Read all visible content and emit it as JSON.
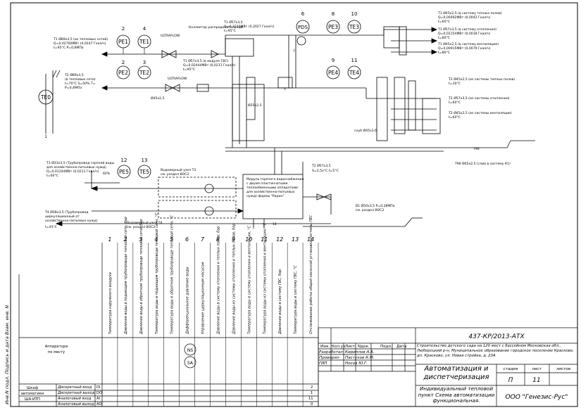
{
  "drawing": {
    "instruments_top": [
      {
        "num": "2",
        "tag": "PE1"
      },
      {
        "num": "4",
        "tag": "TE1"
      },
      {
        "num": "6",
        "tag": "PDS"
      },
      {
        "num": "8",
        "tag": "PE3"
      },
      {
        "num": "10",
        "tag": "TE3"
      }
    ],
    "instruments_mid": [
      {
        "num": "2",
        "tag": "PE2"
      },
      {
        "num": "3",
        "tag": "TE2"
      },
      {
        "num": "9",
        "tag": "PE4"
      },
      {
        "num": "11",
        "tag": "TE4"
      }
    ],
    "instruments_low": [
      {
        "num": "12",
        "tag": "PE5"
      },
      {
        "num": "13",
        "tag": "TE5"
      }
    ],
    "te0": "TE0",
    "pipe_t1_left": [
      "T1 Ø89x3,5 (из тепловых сетей)",
      "Q=0,02760МВт (0,0247 Гкал/ч)",
      "t=95°C  P=0,6МПа"
    ],
    "pipe_t2_left": [
      "T2 Ø89x3,5",
      "(в тепловые сети)",
      "t=70°C  S=50%  T=",
      "P=0,4МПа"
    ],
    "collector_label": "Коллектор распределительный",
    "ultraflow_1": "ULTRAFLOW",
    "ultraflow_2": "ULTRAFLOW",
    "t1_top_label": [
      "T1 Ø57x3,5",
      "Q=0,3316МВт (0,2027 Гкал/ч)",
      "t=95°C"
    ],
    "t1_mid_label": [
      "T1 Ø57x3,5 (в модуле ГВС)",
      "Q=0,02444МВт (0,0211 Гкал/ч)",
      "t=95°C"
    ],
    "right_top_labels": [
      [
        "T1 Ø45x2,5 (в систему теплых полов)",
        "Q=0,00492МВт (0,0042 Гкал/ч)",
        "t=60°C"
      ],
      [
        "T1 Ø57x3,5 (в систему отопления)",
        "Q=0,02154МВт (0,0018 Гкал/ч)",
        "t=80°C"
      ],
      [
        "T1 Ø45x2,5 (в систему вентиляции)",
        "Q=0,00915МВт (0,0079 Гкал/ч)",
        "t=80°C"
      ]
    ],
    "right_mid_labels": [
      [
        "T2 Ø45x2,5 (из системы теплых полов)",
        "t=30°C"
      ],
      [
        "T2 Ø57x3,5 (из системы отопления)",
        "t=60°C"
      ],
      [
        "T2 Ø45x2,5 (из системы вентиляции)",
        "t=60°C"
      ]
    ],
    "snub_label": "снуб Ø45x3,6",
    "t96_label": "T96",
    "t96_bottom": "T96 Ø45x2,5 (слив в систему К1)",
    "t25_label": "Ø25x2,5",
    "t45_label": "Ø45x2,5",
    "t3_label": [
      "T3 Ø33x3,5 (Трубопровод горячей воды",
      "для хозяйственно-питьевых нужд)",
      "Q=0,01244МВт (0,0211 Гкал/ч)",
      "t=60°C"
    ],
    "t4_label": [
      "T4 Ø38x3,5 (Трубопровод",
      "циркуляционный от",
      "хозяйственно-питьевых нужд)",
      "t=45°C"
    ],
    "t3_right_label": [
      "T2 Ø57x3,5",
      "S=2,5x°C   t=5°C"
    ],
    "module_label": [
      "Модуль горячего водоснабжения",
      "с двумя пластинчатыми",
      "теплообменными аппаратами",
      "для хозяйственно-питьевых",
      "нужд) фирмы \"Ридан\""
    ],
    "module_num": "14",
    "upper_node_label": [
      "Водомерный узел T3",
      "см. раздел ВОС2"
    ],
    "lower_node_label": [
      "Водомерный узел T4",
      "см. раздел ВОС2"
    ],
    "b1_label": [
      "B1 Ø50x3,5  P=0,28МПа",
      "см. раздел ВОС2"
    ],
    "num_1": "1",
    "num_5": "5",
    "num_7": "7",
    "pct_label": "60%"
  },
  "table": {
    "column_numbers": [
      "1",
      "2",
      "3",
      "4",
      "5",
      "6",
      "7",
      "8",
      "9",
      "10",
      "11",
      "12",
      "13",
      "14"
    ],
    "column_texts": [
      "Температура наружного воздуха",
      "Давление воды в подающем трубопроводе тепловой сети, бар",
      "Давление воды в обратном трубопроводе тепловой сети, бар",
      "Температура воды в подающем трубопроводе тепловой сети, °C",
      "Температура воды в обратном трубопроводе тепловой сети, °C",
      "Дифференциальное давление воды",
      "Управление циркуляционным насосом",
      "Давление воды в систему отопления и теплых полов, бар",
      "Давление воды из системы отопления и теплых полов, бар",
      "Температура воды в систему отопления и вентиляции, °C",
      "Температура воды из системы отопления и вентиляции, °C",
      "Давление воды в систему ГВС, бар",
      "Температура воды в систему ГВС, °C",
      "Отслеживание работы общей насосной установки системы ГВС"
    ],
    "apparatus_label": [
      "Аппаратура",
      "по месту"
    ],
    "ns_label": "NS",
    "sa_label": "SA",
    "left_vertical": "Инв.N подл.  Подпись и дата  Взам. инв. N",
    "cabinet_label": [
      "Шкаф",
      "автоматики",
      "ША-ИТП"
    ],
    "signal_rows": [
      {
        "name": "Дискретный вход",
        "code": "DI"
      },
      {
        "name": "Дискретный выход",
        "code": "DO"
      },
      {
        "name": "Аналоговый вход",
        "code": "AI"
      },
      {
        "name": "Аналоговый выход",
        "code": "AO"
      }
    ],
    "signal_counts": {
      "di": "2",
      "do": "1",
      "ai": "11",
      "ao": "0"
    }
  },
  "stamp": {
    "doc_code": "437-КР/2013-АТХ",
    "header_cells": [
      "Изм.",
      "Кол.уч",
      "Лист",
      "Nдок.",
      "Подп.",
      "Дата"
    ],
    "people": [
      {
        "role": "Разработал",
        "name": "Кириллов А.А."
      },
      {
        "role": "Проверил",
        "name": "Пастухов К.М."
      },
      {
        "role": "ГИП",
        "name": "Носов Ю.Г."
      }
    ],
    "project_title": "Строительство детского сада на 120 мест с бассейном Московская обл., Люберецкий р-н, Муниципальное образование городское поселение Красково, дп. Красково, ул. Новая стройка, д. 23А",
    "section_title": "Автоматизация и диспетчеризация",
    "stage_label": "стадия",
    "sheet_label": "лист",
    "sheets_label": "листов",
    "stage_value": "П",
    "sheet_value": "11",
    "sheets_value": "",
    "drawing_title": "Индивидуальный тепловой пункт Схема автоматизации функциональная.",
    "company": "ООО \"Генезис-Рус\""
  }
}
